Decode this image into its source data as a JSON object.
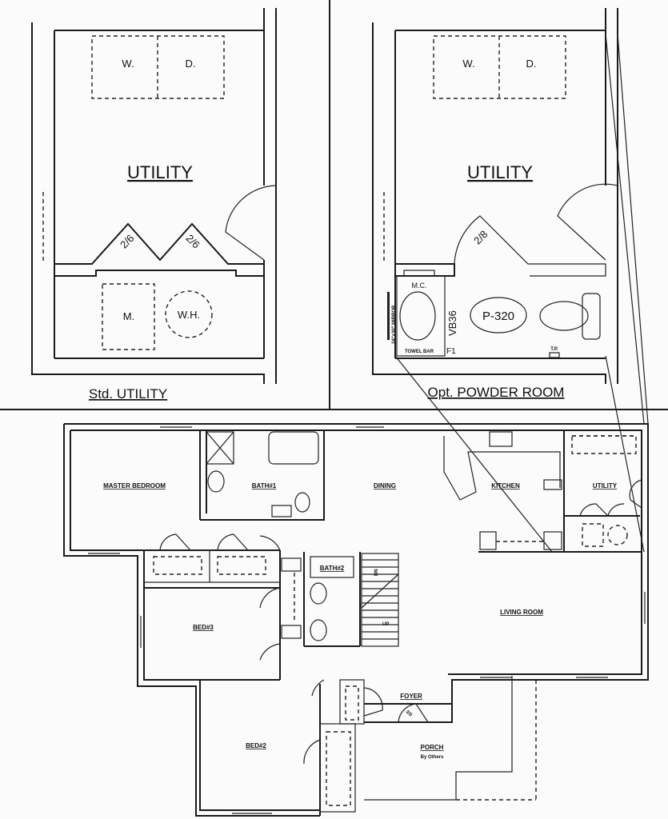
{
  "std_utility": {
    "room_label": "UTILITY",
    "washer": "W.",
    "dryer": "D.",
    "m": "M.",
    "water_heater": "W.H.",
    "door_left": "2/6",
    "door_right": "2/6",
    "caption": "Std. UTILITY"
  },
  "opt_powder": {
    "room_label": "UTILITY",
    "washer": "W.",
    "dryer": "D.",
    "door": "2/8",
    "mc": "M.C.",
    "mirror": "24\"x30\" MIRROR",
    "towel_bar": "TOWEL BAR",
    "vanity": "VB36",
    "f1": "F1",
    "fixture": "P-320",
    "tp": "T.P.",
    "caption": "Opt. POWDER ROOM"
  },
  "main_plan": {
    "rooms": {
      "master_bedroom": "MASTER BEDROOM",
      "bath1": "BATH#1",
      "dining": "DINING",
      "kitchen": "KITCHEN",
      "utility": "UTILITY",
      "bath2": "BATH#2",
      "living_room": "LIVING ROOM",
      "bed3": "BED#3",
      "bed2": "BED#2",
      "foyer": "FOYER",
      "porch": "PORCH",
      "porch_note": "By Others"
    },
    "stairs_down": "DN",
    "stairs_up": "UP",
    "foyer_door": "3/0"
  }
}
